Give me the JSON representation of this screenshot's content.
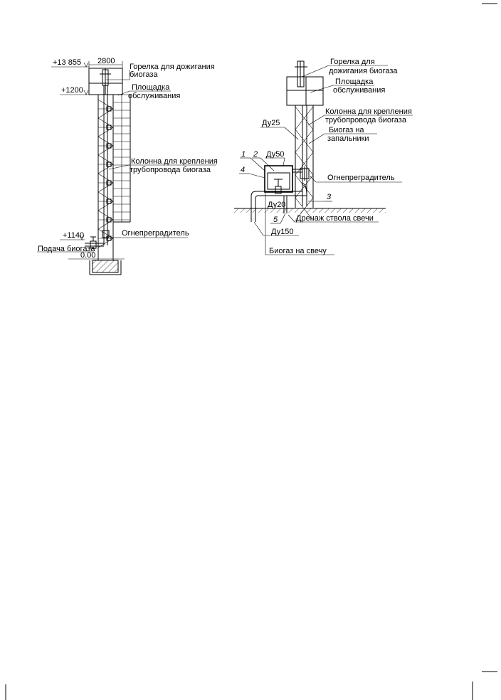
{
  "left_view": {
    "elev_top": "+13 855",
    "width_dim": "2800",
    "elev_platform": "+1200",
    "elev_inlet": "+1140",
    "elev_zero": "0.00",
    "burner_l1": "Горелка для дожигания",
    "burner_l2": "биогаза",
    "platform_l1": "Площадка",
    "platform_l2": "обслуживания",
    "column_l1": "Колонна для крепления",
    "column_l2": "трубопровода биогаза",
    "flame_arrester": "Огнепреградитель",
    "gas_supply": "Подача биогаза"
  },
  "right_view": {
    "burner_l1": "Горелка для",
    "burner_l2": "дожигания биогаза",
    "platform_l1": "Площадка",
    "platform_l2": "обслуживания",
    "column_l1": "Колонна для крепления",
    "column_l2": "трубопровода биогаза",
    "pilot_l1": "Биогаз на",
    "pilot_l2": "запальники",
    "du25": "Ду25",
    "du50": "Ду50",
    "du20": "Ду20",
    "du150": "Ду150",
    "num1": "1",
    "num2": "2",
    "num3": "3",
    "num4": "4",
    "num5": "5",
    "flame_arrester": "Огнепреградитель",
    "drain": "Дренаж ствола свечи",
    "to_candle": "Биогаз на свечу"
  }
}
